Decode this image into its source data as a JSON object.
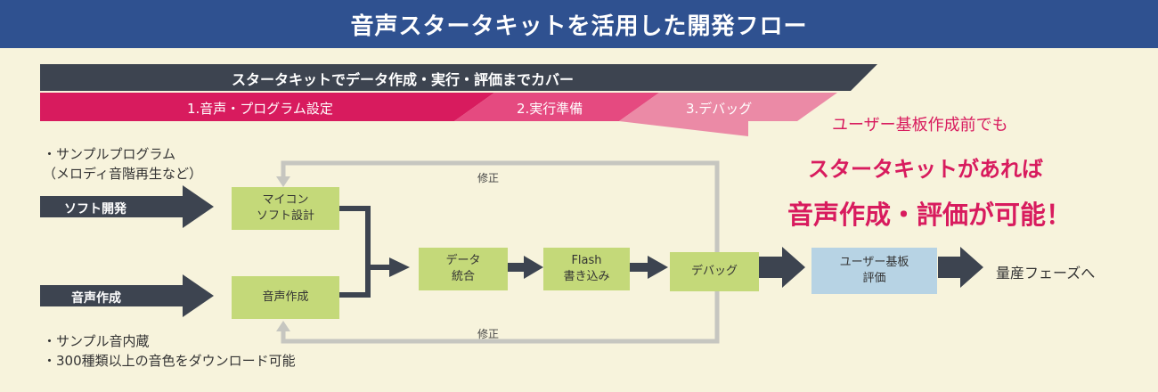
{
  "title": "音声スタータキットを活用した開発フロー",
  "phase_banner": "スタータキットでデータ作成・実行・評価までカバー",
  "phases": [
    "1.音声・プログラム設定",
    "2.実行準備",
    "3.デバッグ"
  ],
  "left_notes": {
    "top": [
      "・サンプルプログラム",
      "（メロディ音階再生など）"
    ],
    "bottom": [
      "・サンプル音内蔵",
      "・300種類以上の音色をダウンロード可能"
    ]
  },
  "inputs": {
    "soft": "ソフト開発",
    "voice": "音声作成"
  },
  "boxes": {
    "mcu": "マイコン\nソフト設計",
    "voice": "音声作成",
    "data": "データ\n統合",
    "flash": "Flash\n書き込み",
    "debug": "デバッグ",
    "board": "ユーザー基板\n評価"
  },
  "fix_labels": [
    "修正",
    "修正"
  ],
  "mass_production": "量産フェーズへ",
  "callout": {
    "line1": "ユーザー基板作成前でも",
    "line2": "スタータキットがあれば",
    "line3": "音声作成・評価が可能！"
  },
  "colors": {
    "title_bg": "#2f5190",
    "dark_arrow": "#3d4450",
    "magenta": "#d81b5e",
    "pink_mid": "#e54a80",
    "pink_light": "#eb8aa6",
    "box_green": "#c4d979",
    "box_blue": "#b7d3e4",
    "loop_gray": "#c6c6c0"
  }
}
